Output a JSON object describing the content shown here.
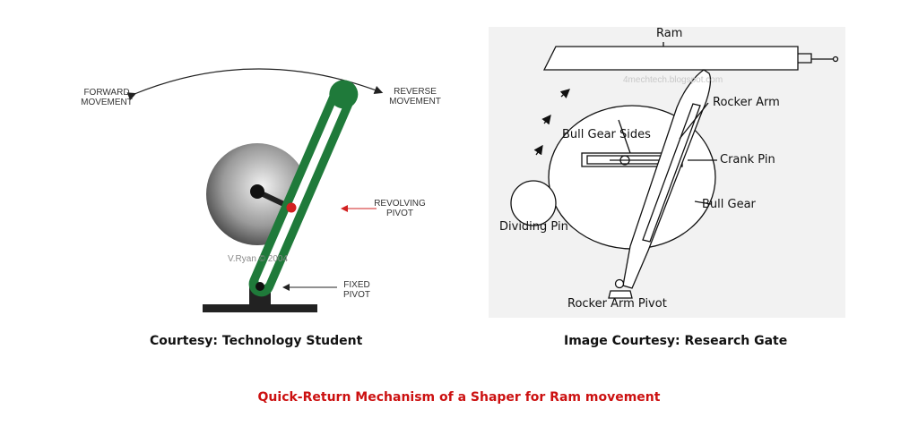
{
  "left_diagram": {
    "labels": {
      "forward": "FORWARD\nMOVEMENT",
      "reverse": "REVERSE\nMOVEMENT",
      "revolving": "REVOLVING\nPIVOT",
      "fixed": "FIXED\nPIVOT"
    },
    "watermark": "V.Ryan © 2004",
    "colors": {
      "arm": "#1f7a3a",
      "pivot_red": "#d22020",
      "base": "#222222"
    }
  },
  "right_diagram": {
    "labels": {
      "ram": "Ram",
      "rocker_arm": "Rocker Arm",
      "bull_gear_sides": "Bull Gear Sides",
      "crank_pin": "Crank Pin",
      "bull_gear": "Bull Gear",
      "dividing_pin": "Dividing Pin",
      "rocker_arm_pivot": "Rocker Arm Pivot"
    },
    "watermark": "4mechtech.blogspot.com"
  },
  "captions": {
    "left": "Courtesy: Technology Student",
    "right": "Image Courtesy: Research Gate"
  },
  "title": "Quick-Return Mechanism of a Shaper for Ram movement",
  "title_color": "#cc1111"
}
